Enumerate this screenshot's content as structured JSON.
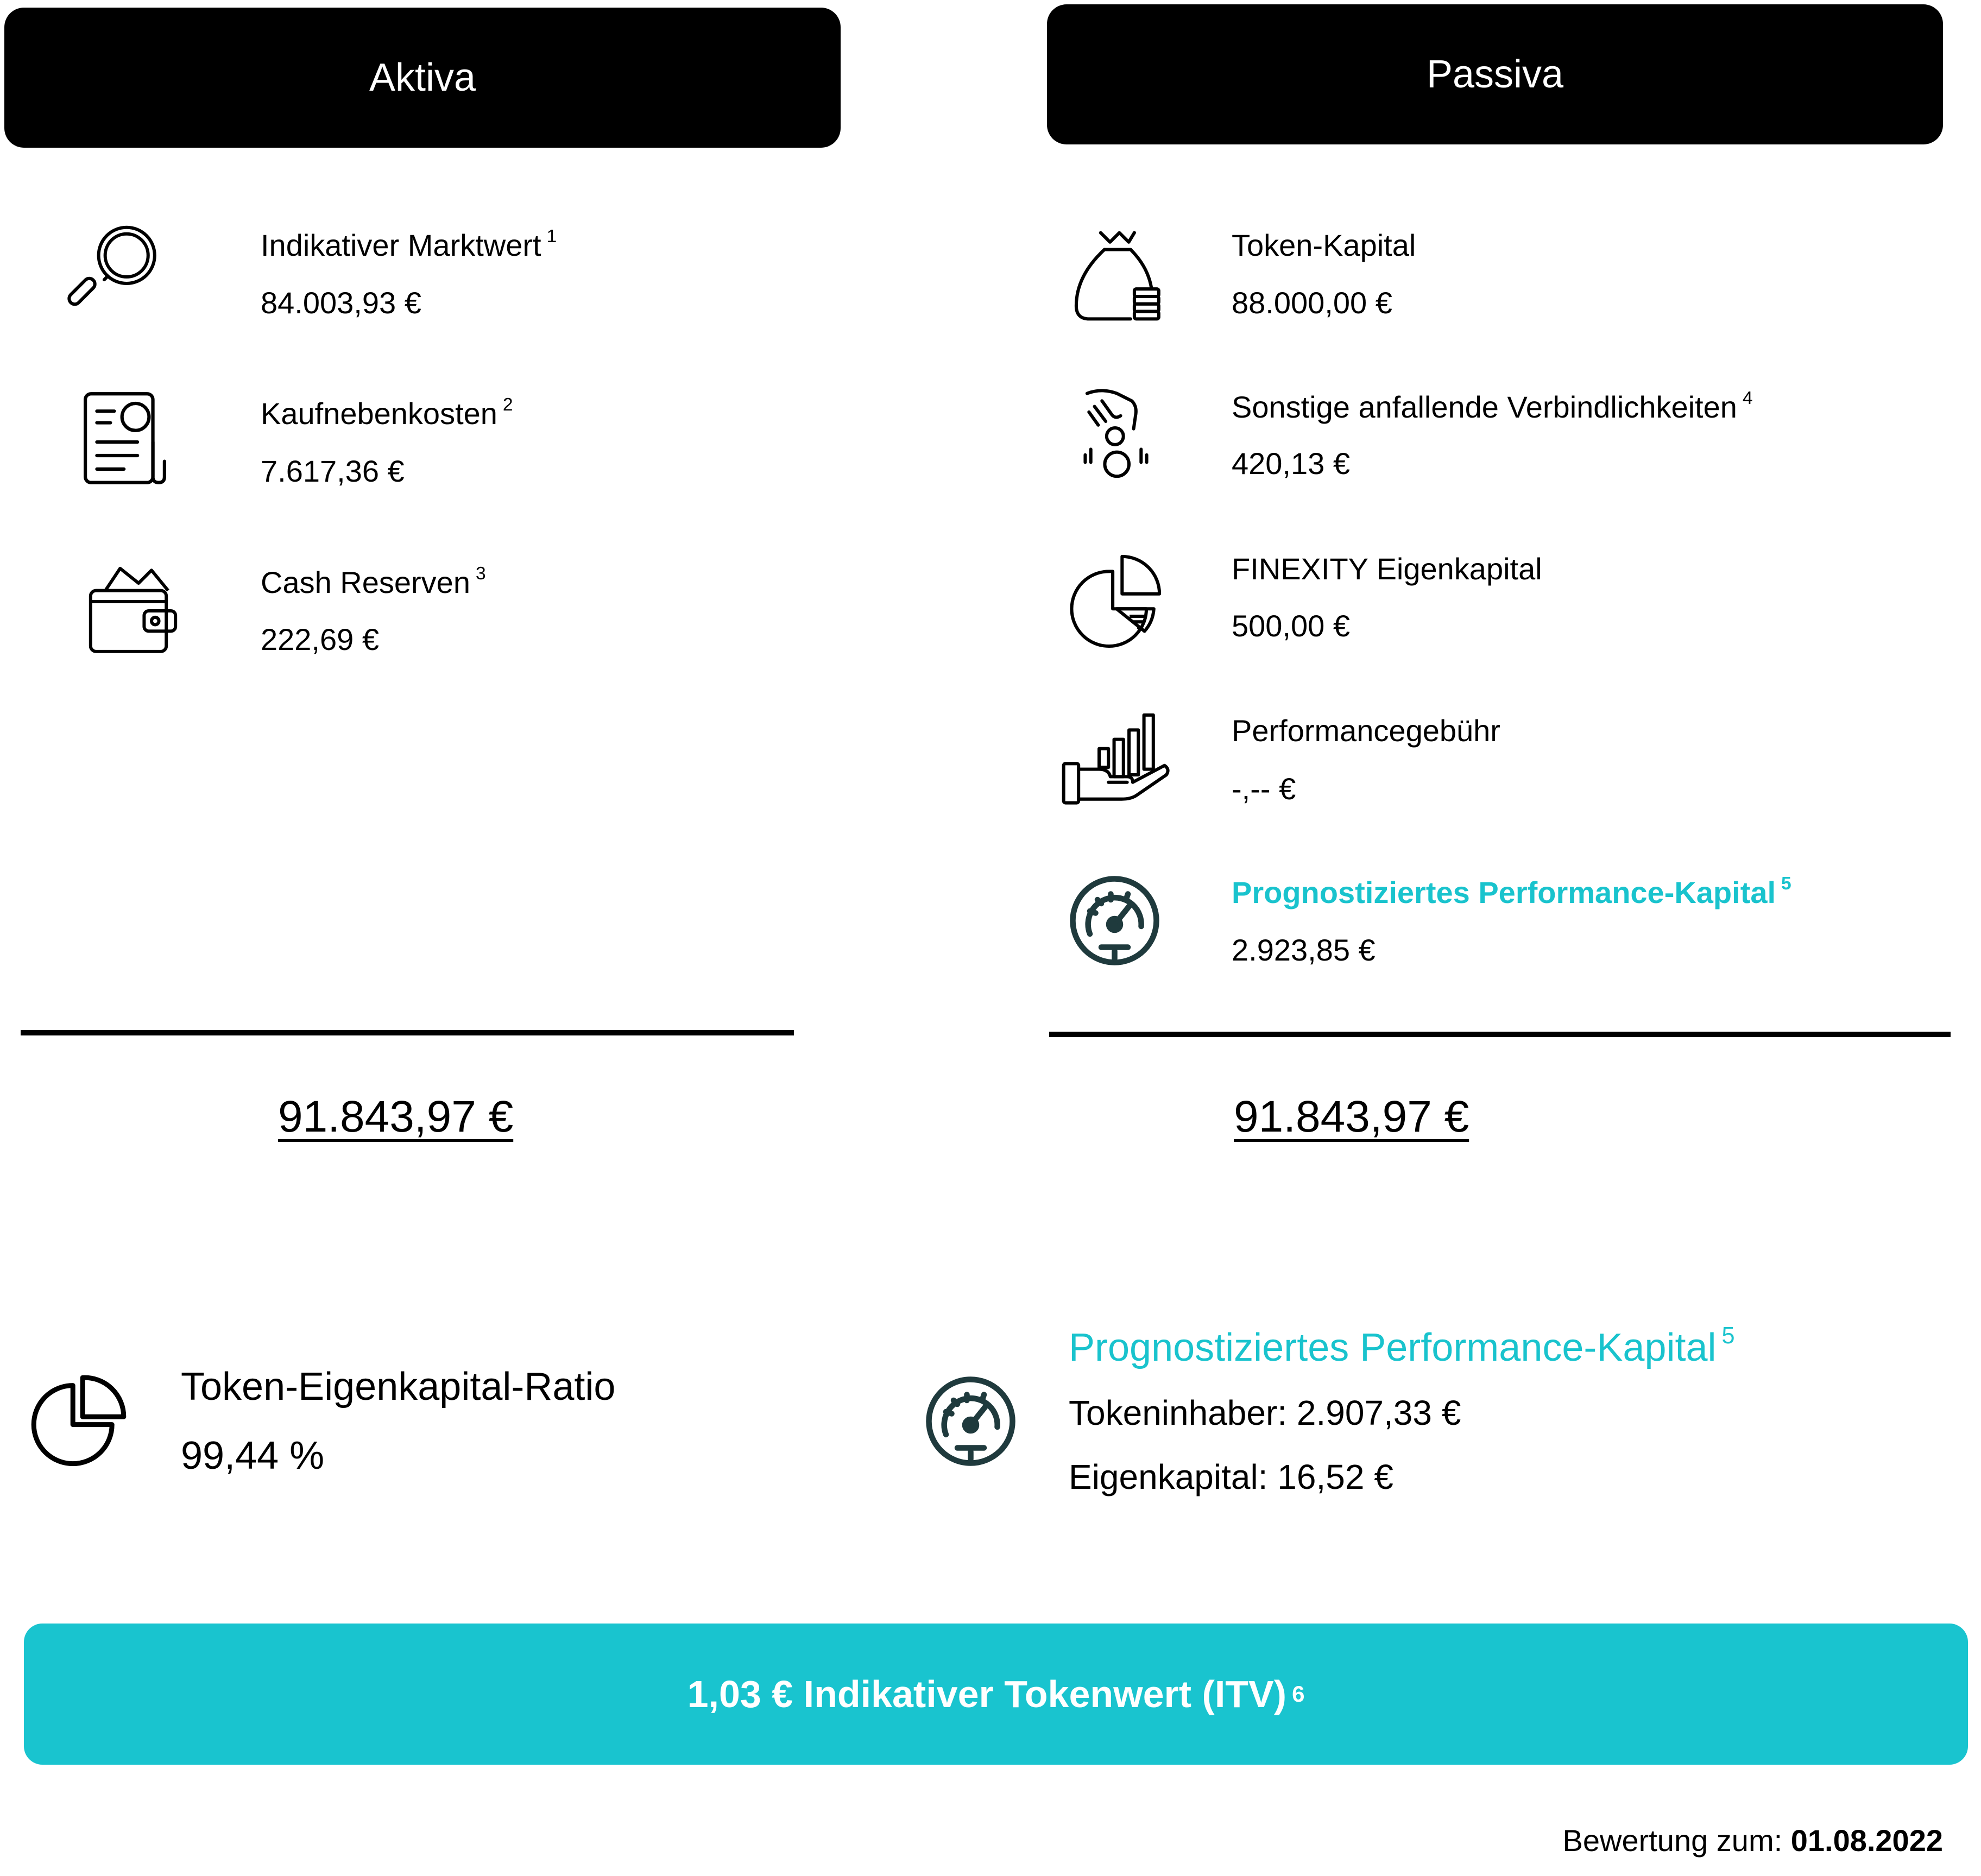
{
  "aktiva": {
    "header": "Aktiva",
    "items": [
      {
        "label": "Indikativer Marktwert",
        "footnote": "1",
        "value": "84.003,93 €",
        "icon": "magnifier-icon"
      },
      {
        "label": "Kaufnebenkosten",
        "footnote": "2",
        "value": "7.617,36 €",
        "icon": "document-search-icon"
      },
      {
        "label": "Cash Reserven",
        "footnote": "3",
        "value": "222,69 €",
        "icon": "wallet-icon"
      }
    ],
    "total": "91.843,97 €"
  },
  "passiva": {
    "header": "Passiva",
    "items": [
      {
        "label": "Token-Kapital",
        "footnote": "",
        "value": "88.000,00 €",
        "icon": "money-bag-icon"
      },
      {
        "label": "Sonstige anfallende Verbindlichkeiten",
        "footnote": "4",
        "value": "420,13 €",
        "icon": "hand-coin-icon"
      },
      {
        "label": "FINEXITY Eigenkapital",
        "footnote": "",
        "value": "500,00 €",
        "icon": "pie-chart-icon"
      },
      {
        "label": "Performancegebühr",
        "footnote": "",
        "value": "-,-- €",
        "icon": "hand-bar-chart-icon"
      },
      {
        "label": "Prognostiziertes Performance-Kapital",
        "footnote": "5",
        "value": "2.923,85 €",
        "icon": "speedometer-icon"
      }
    ],
    "total": "91.843,97 €"
  },
  "ratio": {
    "label": "Token-Eigenkapital-Ratio",
    "value": "99,44 %",
    "icon": "pie-chart-icon"
  },
  "performance_split": {
    "title": "Prognostiziertes Performance-Kapital",
    "footnote": "5",
    "token_holders": "Tokeninhaber: 2.907,33 €",
    "equity": "Eigenkapital: 16,52 €",
    "icon": "speedometer-icon"
  },
  "itv": {
    "label": "1,03 € Indikativer Tokenwert (ITV)",
    "footnote": "6"
  },
  "footer": {
    "prefix": "Bewertung zum:",
    "date": "01.08.2022"
  },
  "colors": {
    "accent": "#19c4cf",
    "header_bg": "#000000",
    "icon_dark": "#1f3a3d"
  }
}
